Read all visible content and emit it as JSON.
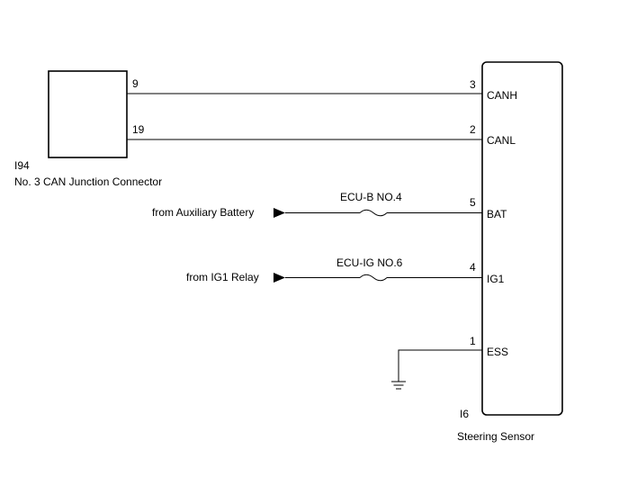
{
  "connector": {
    "code": "I94",
    "name": "No. 3 CAN Junction Connector",
    "pins": [
      "9",
      "19"
    ]
  },
  "sensor": {
    "code": "I6",
    "name": "Steering Sensor",
    "pins": [
      {
        "pin": "3",
        "signal": "CANH"
      },
      {
        "pin": "2",
        "signal": "CANL"
      },
      {
        "pin": "5",
        "signal": "BAT"
      },
      {
        "pin": "4",
        "signal": "IG1"
      },
      {
        "pin": "1",
        "signal": "ESS"
      }
    ]
  },
  "sources": [
    {
      "label": "from Auxiliary Battery",
      "fuse": "ECU-B NO.4"
    },
    {
      "label": "from IG1 Relay",
      "fuse": "ECU-IG NO.6"
    }
  ],
  "icons": {
    "ground": "ground-symbol-icon",
    "fuse": "fuse-icon",
    "arrow": "arrow-right-icon"
  }
}
